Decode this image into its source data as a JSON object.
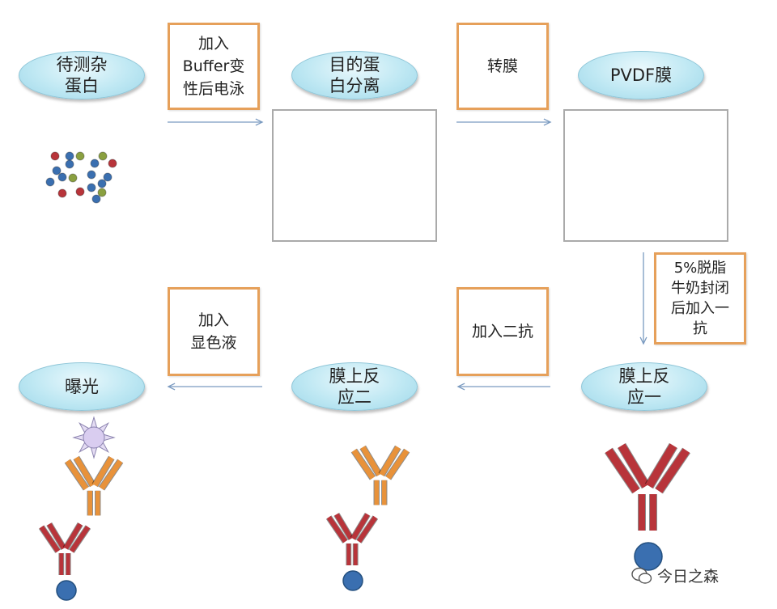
{
  "steps": {
    "sample": "待测杂\n蛋白",
    "separation": "目的蛋\n白分离",
    "pvdf": "PVDF膜",
    "reaction1": "膜上反\n应一",
    "reaction2": "膜上反\n应二",
    "exposure": "曝光"
  },
  "actions": {
    "electrophoresis": "加入\nBuffer变\n性后电泳",
    "transfer": "转膜",
    "blocking": "5%脱脂\n牛奶封闭\n后加入一\n抗",
    "secondary": "加入二抗",
    "substrate": "加入\n显色液"
  },
  "watermark": "今日之森",
  "colors": {
    "primary_antibody": "#b8343a",
    "secondary_antibody": "#e8923a",
    "antigen": "#3a6fb0",
    "box_border": "#e6a05a",
    "arrow": "#7a9ac0"
  }
}
